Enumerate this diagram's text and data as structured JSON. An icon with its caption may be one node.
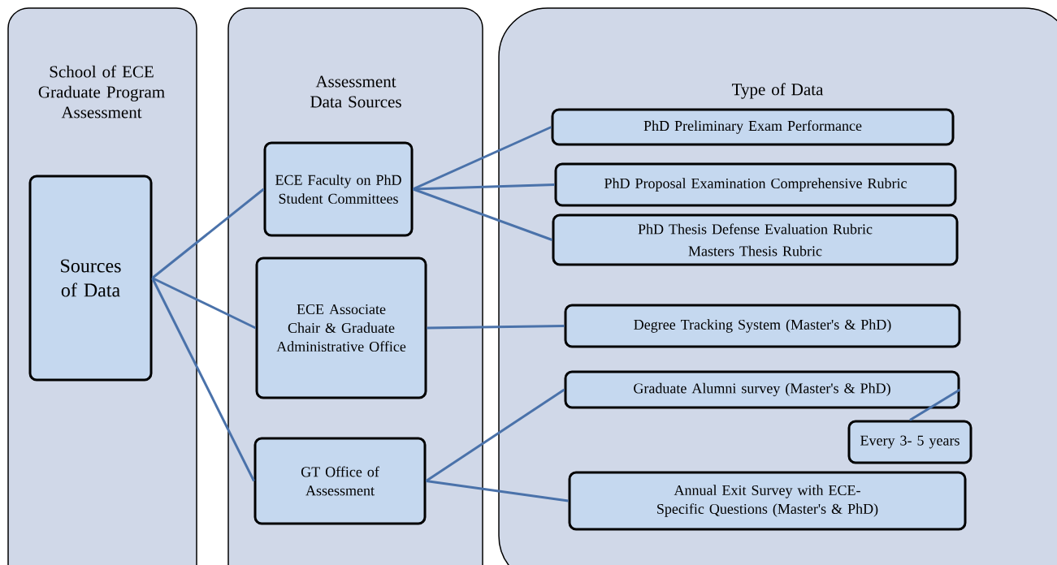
{
  "diagram": {
    "nodes": [
      {
        "text": [
          "School of ECE Graduate Program Assessment"
        ]
      },
      {
        "text": [
          "Sources of Data"
        ],
        "in": 0
      },
      {
        "text": [
          "Assessment Data Sources"
        ]
      },
      {
        "text": [
          "ECE Faculty on PhD Student Committees"
        ],
        "in": 2
      },
      {
        "text": [
          "ECE  Associate Chair & Graduate Administrative Office"
        ],
        "in": 2
      },
      {
        "text": [
          "GT Office of Assessment"
        ],
        "in": 2
      },
      {
        "text": [
          "Type of Data"
        ]
      },
      {
        "text": [
          "PhD Preliminary Exam Performance"
        ],
        "in": 6
      },
      {
        "text": [
          "PhD Proposal Examination Comprehensive Rubric"
        ],
        "in": 6
      },
      {
        "text": [
          "PhD Thesis Defense Evaluation Rubric",
          "Masters  Thesis Rubric"
        ],
        "in": 6
      },
      {
        "text": [
          "Degree Tracking System (Master's & PhD)"
        ],
        "in": 6
      },
      {
        "text": [
          "Graduate Alumni survey (Master's & PhD)"
        ],
        "in": 6
      },
      {
        "text": [
          "Every 3- 5 years"
        ],
        "in": 6
      },
      {
        "text": [
          "Annual Exit Survey with ECE-Specific Questions (Master's & PhD)"
        ],
        "in": 6
      }
    ],
    "edges": [
      {
        "from": 1,
        "to": 3,
        "arrow": "none"
      },
      {
        "from": 1,
        "to": 4,
        "arrow": "none"
      },
      {
        "from": 1,
        "to": 5,
        "arrow": "none"
      },
      {
        "from": 3,
        "to": 7,
        "arrow": "none"
      },
      {
        "from": 3,
        "to": 8,
        "arrow": "none"
      },
      {
        "from": 3,
        "to": 9,
        "arrow": "none"
      },
      {
        "from": 4,
        "to": 10,
        "arrow": "none"
      },
      {
        "from": 5,
        "to": 11,
        "arrow": "none"
      },
      {
        "from": 5,
        "to": 13,
        "arrow": "none"
      },
      {
        "from": 11,
        "to": 12,
        "arrow": "none"
      }
    ]
  }
}
